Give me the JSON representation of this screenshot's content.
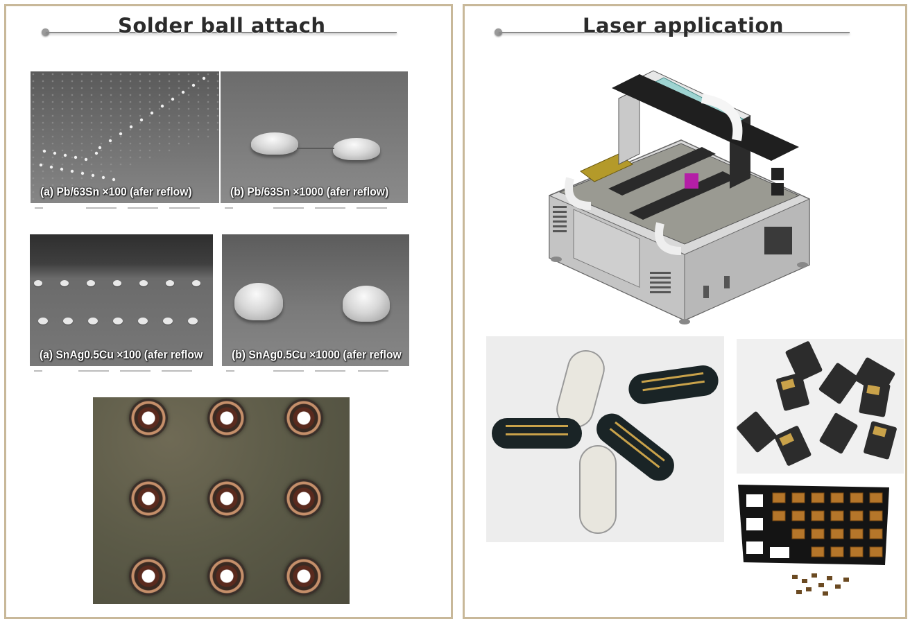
{
  "left_panel": {
    "title": "Solder ball attach",
    "sem_images": [
      {
        "caption": "(a) Pb/63Sn ×100 (afer reflow)"
      },
      {
        "caption": "(b) Pb/63Sn ×1000 (afer reflow)"
      },
      {
        "caption": "(a) SnAg0.5Cu ×100 (afer reflow"
      },
      {
        "caption": "(b) SnAg0.5Cu ×1000 (afer reflow"
      }
    ]
  },
  "right_panel": {
    "title": "Laser application"
  },
  "colors": {
    "panel_border": "#c8b899",
    "title_text": "#2b2b2b",
    "header_rule": "#8a8a8a"
  }
}
